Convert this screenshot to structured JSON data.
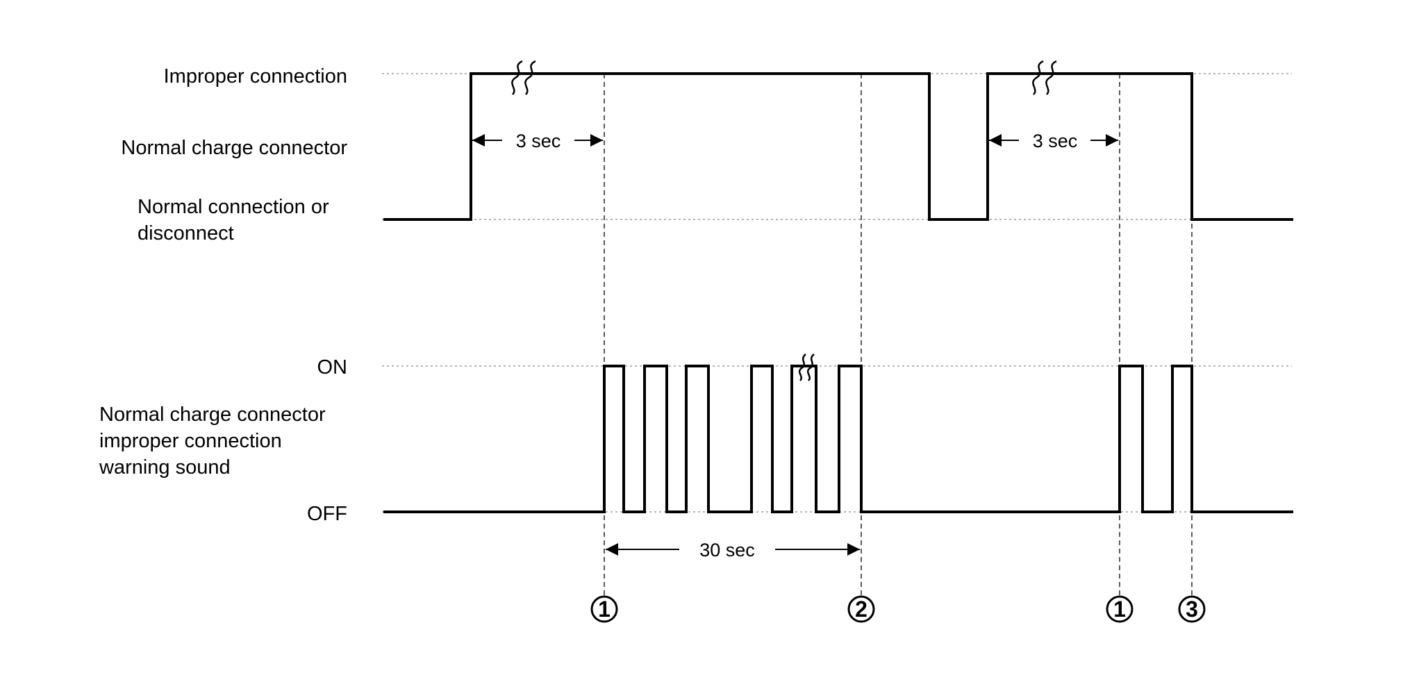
{
  "top_signal": {
    "level_high": "Improper connection",
    "level_mid": "Normal charge connector",
    "level_low_line1": "Normal connection or",
    "level_low_line2": "disconnect"
  },
  "bottom_signal": {
    "on_label": "ON",
    "name_line1": "Normal charge connector",
    "name_line2": "improper connection",
    "name_line3": "warning sound",
    "off_label": "OFF"
  },
  "intervals": {
    "first_delay": "3 sec",
    "second_delay": "3 sec",
    "warning_duration": "30 sec"
  },
  "markers": [
    "①",
    "②",
    "①",
    "③"
  ]
}
